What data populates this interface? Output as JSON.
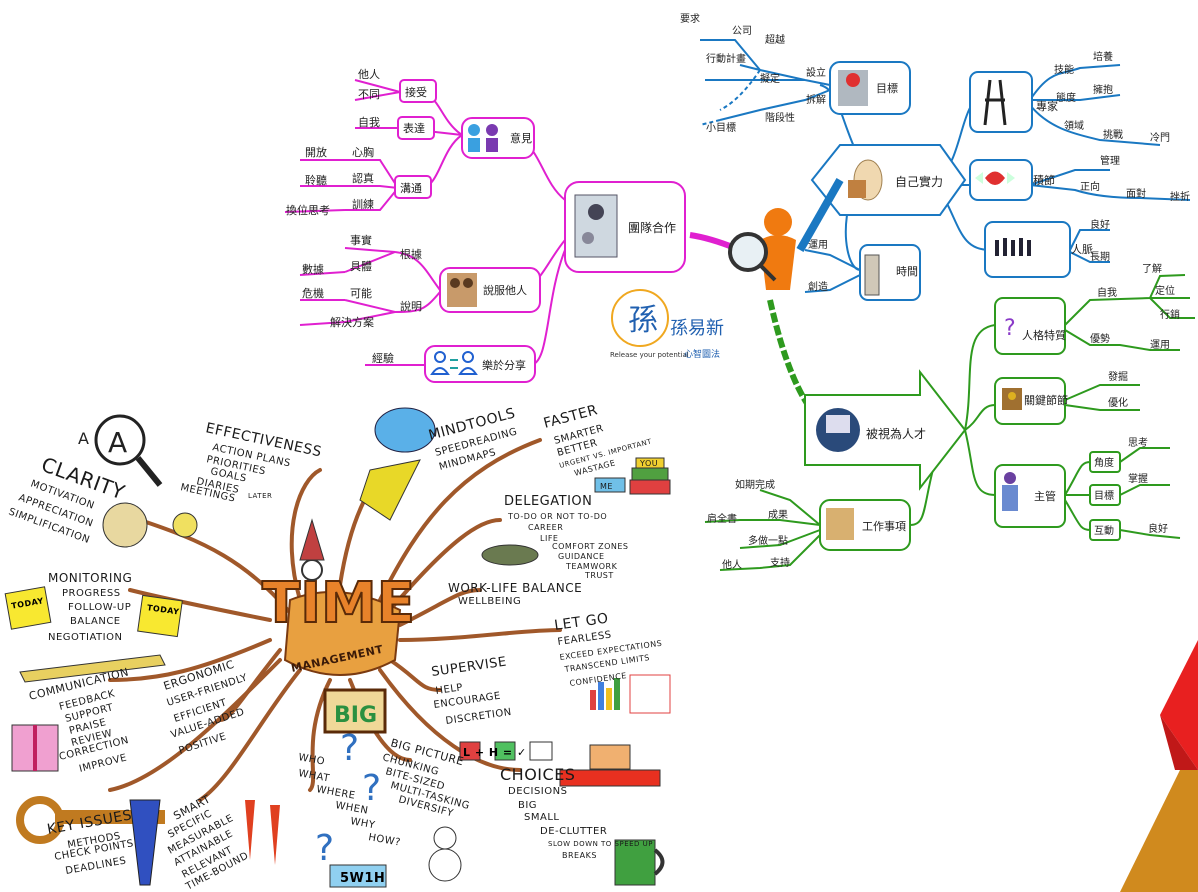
{
  "colors": {
    "teamwork": "#e020d0",
    "strength": "#1a78c2",
    "talent": "#2e9a1e",
    "time_orange": "#e8822a",
    "branch_brown": "#a0582a",
    "corner_red": "#e82020",
    "corner_gold": "#d08a1e"
  },
  "logo": {
    "brand_name": "孫易新",
    "brand_tagline": "Release your potential",
    "brand_chinese_sub": "心智圖法",
    "mark": "孫"
  },
  "teamwork": {
    "center": "團隊合作",
    "opinion": "意見",
    "accept": "接受",
    "accept_others": "他人",
    "accept_diff": "不同",
    "express": "表達",
    "express_self": "自我",
    "communicate": "溝通",
    "open": "開放",
    "open_heart": "心胸",
    "listen": "聆聽",
    "listen_true": "認真",
    "empathy": "換位思考",
    "empathy_train": "訓練",
    "persuade": "說服他人",
    "basis": "根據",
    "facts": "事實",
    "specific": "具體",
    "data": "數據",
    "explain": "說明",
    "possible": "可能",
    "danger": "危機",
    "solution": "解決方案",
    "share": "樂於分享",
    "experience": "經驗"
  },
  "strength": {
    "center": "自己實力",
    "goal": "目標",
    "requirement": "要求",
    "company": "公司",
    "exceed": "超越",
    "setup": "設立",
    "action_plan": "行動計畫",
    "plan": "擬定",
    "split": "拆解",
    "small_goal": "小目標",
    "phase": "階段性",
    "expert": "專家",
    "skill": "技能",
    "cultivate": "培養",
    "attitude": "態度",
    "embrace": "擁抱",
    "field": "領域",
    "challenge": "挑戰",
    "unpopular": "冷門",
    "diligence": "積節",
    "manage": "管理",
    "positive": "正向",
    "face": "面對",
    "setback": "挫折",
    "network": "人脈",
    "good": "良好",
    "long_term": "長期",
    "time": "時間",
    "use": "運用",
    "create": "創造"
  },
  "talent": {
    "center": "被視為人才",
    "personality": "人格特質",
    "self": "自我",
    "understand": "了解",
    "position": "定位",
    "market": "行銷",
    "advantage": "優勢",
    "apply": "運用",
    "key_link": "關鍵節節",
    "discover": "發掘",
    "optimize": "優化",
    "supervisor": "主管",
    "angle": "角度",
    "think": "思考",
    "target": "目標",
    "grasp": "掌握",
    "interact": "互動",
    "good": "良好"
  },
  "work": {
    "center": "工作事項",
    "on_time": "如期完成",
    "result": "成果",
    "own_it": "肩全書",
    "do_more": "多做一點",
    "support": "支持",
    "others": "他人"
  },
  "time_mgmt": {
    "title_time": "TIME",
    "title_management": "MANAGEMENT",
    "a_letter": "A",
    "clarity": {
      "title": "CLARITY",
      "items": [
        "MOTIVATION",
        "APPRECIATION",
        "SIMPLIFICATION"
      ]
    },
    "effectiveness": {
      "title": "EFFECTIVENESS",
      "items": [
        "ACTION PLANS",
        "PRIORITIES",
        "GOALS",
        "DIARIES",
        "MEETINGS"
      ],
      "later": "LATER"
    },
    "mindtools": {
      "title": "MINDTOOLS",
      "items": [
        "SPEEDREADING",
        "MINDMAPS"
      ]
    },
    "faster": {
      "title": "FASTER",
      "items": [
        "SMARTER",
        "BETTER",
        "URGENT VS. IMPORTANT",
        "WASTAGE"
      ],
      "you": "YOU",
      "me": "ME"
    },
    "delegation": {
      "title": "DELEGATION",
      "items": [
        "TO-DO OR NOT TO-DO",
        "CAREER",
        "LIFE",
        "COMFORT ZONES",
        "GUIDANCE",
        "TEAMWORK",
        "TRUST"
      ]
    },
    "work_life": {
      "title": "WORK-LIFE BALANCE",
      "items": [
        "WELLBEING"
      ]
    },
    "let_go": {
      "title": "LET GO",
      "items": [
        "FEARLESS",
        "EXCEED EXPECTATIONS",
        "TRANSCEND LIMITS",
        "CONFIDENCE"
      ]
    },
    "supervise": {
      "title": "SUPERVISE",
      "items": [
        "HELP",
        "ENCOURAGE",
        "DISCRETION"
      ],
      "formula": "L + H = ✓"
    },
    "choices": {
      "title": "CHOICES",
      "items": [
        "DECISIONS",
        "BIG",
        "SMALL",
        "DE-CLUTTER",
        "SLOW DOWN TO SPEED UP",
        "BREAKS"
      ]
    },
    "big_picture": {
      "title": "BIG PICTURE",
      "items": [
        "CHUNKING",
        "BITE-SIZED",
        "MULTI-TASKING",
        "DIVERSIFY"
      ],
      "sign": "BIG"
    },
    "who": {
      "items": [
        "WHO",
        "WHAT",
        "WHERE",
        "WHEN",
        "WHY",
        "HOW?"
      ],
      "sign": "5W1H"
    },
    "smart": {
      "title": "SMART",
      "items": [
        "SPECIFIC",
        "MEASURABLE",
        "ATTAINABLE",
        "RELEVANT",
        "TIME-BOUND"
      ]
    },
    "key_issues": {
      "title": "KEY ISSUES",
      "items": [
        "METHODS",
        "CHECK POINTS",
        "DEADLINES"
      ]
    },
    "ergonomic": {
      "title": "ERGONOMIC",
      "items": [
        "USER-FRIENDLY",
        "EFFICIENT",
        "VALUE-ADDED",
        "POSITIVE"
      ]
    },
    "communication": {
      "title": "COMMUNICATION",
      "items": [
        "FEEDBACK",
        "SUPPORT",
        "PRAISE",
        "REVIEW",
        "CORRECTION",
        "IMPROVE"
      ]
    },
    "monitoring": {
      "title": "MONITORING",
      "items": [
        "PROGRESS",
        "FOLLOW-UP",
        "BALANCE",
        "NEGOTIATION"
      ],
      "today": "TODAY"
    }
  }
}
